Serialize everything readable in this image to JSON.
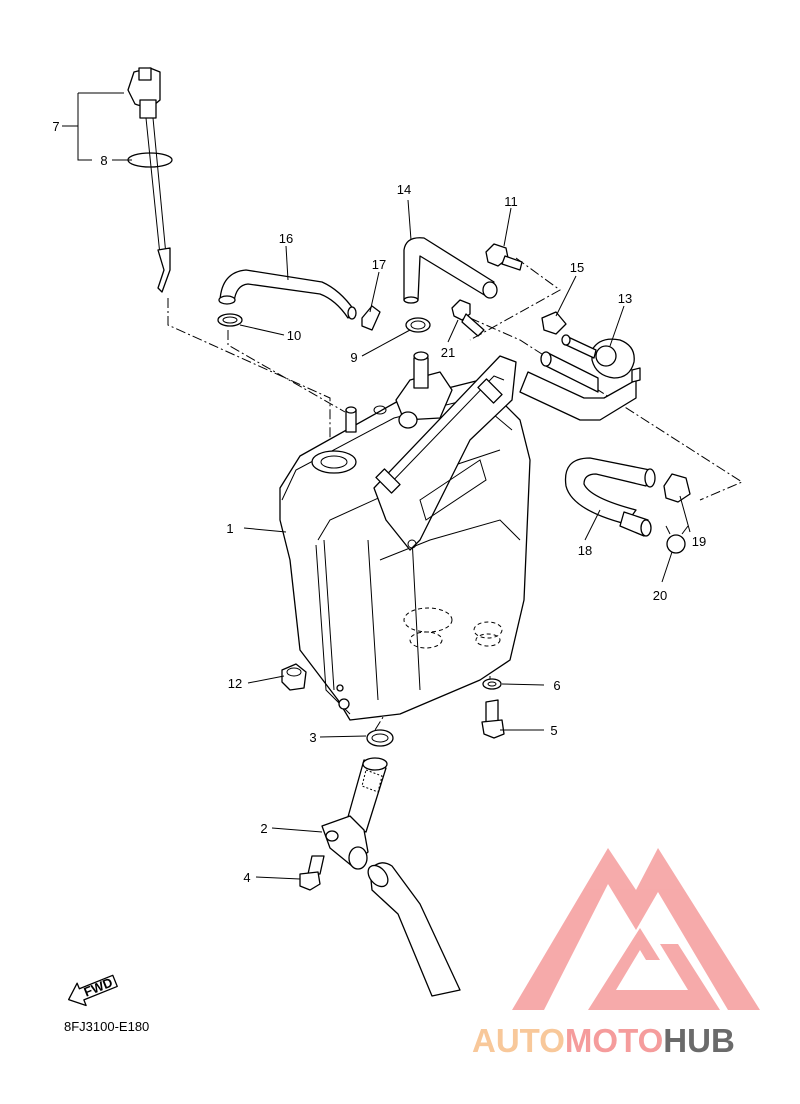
{
  "diagram": {
    "callouts": [
      {
        "id": "1",
        "label": "1"
      },
      {
        "id": "2",
        "label": "2"
      },
      {
        "id": "3",
        "label": "3"
      },
      {
        "id": "4",
        "label": "4"
      },
      {
        "id": "5",
        "label": "5"
      },
      {
        "id": "6",
        "label": "6"
      },
      {
        "id": "7",
        "label": "7"
      },
      {
        "id": "8",
        "label": "8"
      },
      {
        "id": "9",
        "label": "9"
      },
      {
        "id": "10",
        "label": "10"
      },
      {
        "id": "11",
        "label": "11"
      },
      {
        "id": "12",
        "label": "12"
      },
      {
        "id": "13",
        "label": "13"
      },
      {
        "id": "14",
        "label": "14"
      },
      {
        "id": "15",
        "label": "15"
      },
      {
        "id": "16",
        "label": "16"
      },
      {
        "id": "17",
        "label": "17"
      },
      {
        "id": "18",
        "label": "18"
      },
      {
        "id": "19",
        "label": "19"
      },
      {
        "id": "20",
        "label": "20"
      },
      {
        "id": "21",
        "label": "21"
      }
    ],
    "fwd_label": "FWD",
    "drawing_code": "8FJ3100-E180"
  },
  "watermark": {
    "brand_part1": "AUTO",
    "brand_part2": "MOTO",
    "brand_part3": "HUB",
    "colors": {
      "logo": "#f59c9c",
      "auto": "#f8c89a",
      "moto": "#f59c9c",
      "hub": "#6a6a6a"
    }
  }
}
